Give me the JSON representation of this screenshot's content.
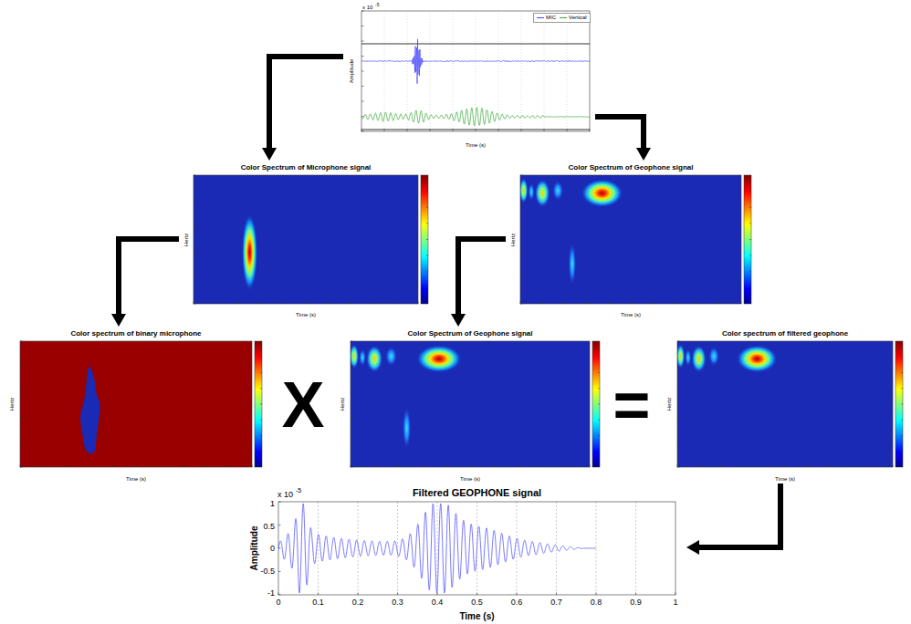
{
  "diagram": {
    "nodes": [
      {
        "text": [
          "Amplitude",
          "Time (s)"
        ]
      },
      {
        "text": [
          "Color Spectrum of Microphone signal",
          "Hertz",
          "Time (s)"
        ]
      },
      {
        "text": [
          "Color Spectrum of Geophone signal",
          "Hertz",
          "Time (s)"
        ]
      },
      {
        "text": [
          "Color spectrum of binary microphone",
          "Hertz",
          "Time (s)"
        ]
      },
      {
        "text": [
          "Color Spectrum of Geophone signal",
          "Hertz",
          "Time (s)"
        ]
      },
      {
        "text": [
          "Color spectrum of filtered geophone",
          "Hertz",
          "Time (s)"
        ]
      },
      {
        "text": [
          "Filtered GEOPHONE signal",
          "Amplitude",
          "Time (s)"
        ]
      }
    ],
    "edges": [
      {
        "from": 0,
        "to": 1,
        "arrow": "to"
      },
      {
        "from": 0,
        "to": 2,
        "arrow": "to"
      },
      {
        "from": 1,
        "to": 3,
        "arrow": "to"
      },
      {
        "from": 2,
        "to": 4,
        "arrow": "to"
      },
      {
        "from": 5,
        "to": 6,
        "arrow": "to"
      }
    ],
    "labels": [
      "x 10",
      "-5",
      "X",
      "=",
      "x 10",
      "-5",
      "0",
      "0.1",
      "0.2",
      "0.3",
      "0.4",
      "0.5",
      "0.6",
      "0.7",
      "0.8",
      "0.9",
      "1",
      "1",
      "0.5",
      "0",
      "-0.5",
      "-1"
    ],
    "legend": [
      {
        "text": "MIC"
      },
      {
        "text": "Vertical"
      }
    ]
  }
}
